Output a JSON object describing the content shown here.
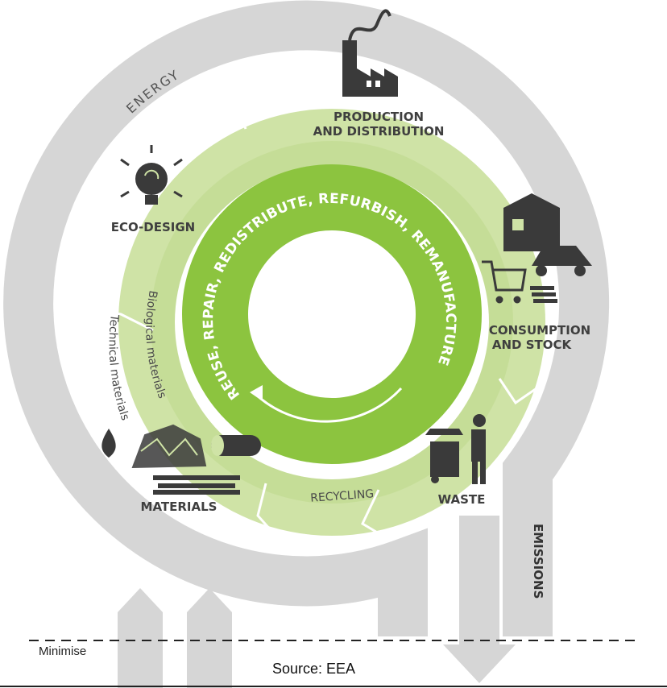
{
  "diagram": {
    "outer_flows": {
      "energy": "ENERGY",
      "emissions": "EMISSIONS"
    },
    "stages": {
      "production": [
        "PRODUCTION",
        "AND DISTRIBUTION"
      ],
      "consumption": [
        "CONSUMPTION",
        "AND STOCK"
      ],
      "waste": "WASTE",
      "recycling": "RECYCLING",
      "materials": "MATERIALS",
      "eco_design": "ECO-DESIGN"
    },
    "material_types": {
      "technical": "Technical materials",
      "biological": "Biological materials"
    },
    "inner_loop": "REUSE, REPAIR, REDISTRIBUTE, REFURBISH, REMANUFACTURE",
    "baseline": "Minimise",
    "source": "Source: EEA"
  },
  "colors": {
    "outer_band": "#d6d6d6",
    "ring_light": "#cfe3a6",
    "ring_mid": "#bdd98a",
    "inner_ring": "#8cc43f",
    "icon": "#3a3a3a"
  }
}
